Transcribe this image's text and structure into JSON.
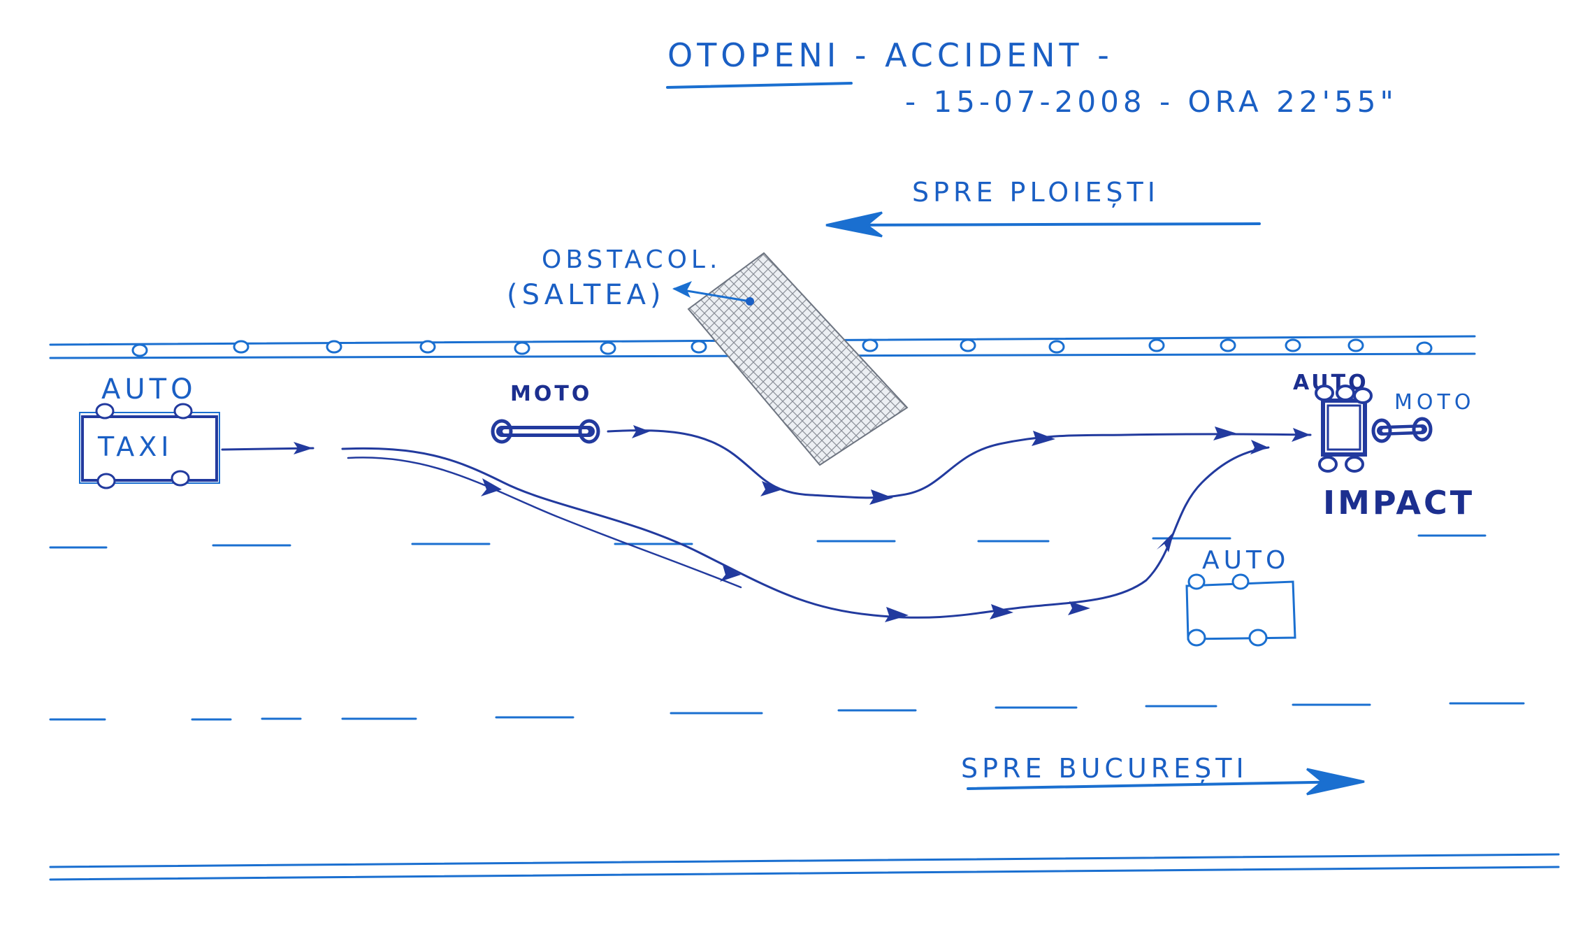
{
  "title": "OTOPENI - ACCIDENT -",
  "date_time": "- 15-07-2008 - ORA 22'55\"",
  "direction_top": "SPRE PLOIEȘTI",
  "direction_bottom": "SPRE BUCUREȘTI",
  "obstacle_label": "OBSTACOL.",
  "obstacle_detail": "(SALTEA)",
  "taxi_label": "AUTO",
  "taxi_body_text": "TAXI",
  "moto_start_label": "MOTO",
  "auto_impact_label": "AUTO",
  "moto_impact_label": "MOTO",
  "impact_label": "IMPACT",
  "auto_right_label": "AUTO",
  "colors": {
    "ink_light": "#1a6fd0",
    "ink_dark": "#223a9e",
    "paper": "#ffffff"
  }
}
